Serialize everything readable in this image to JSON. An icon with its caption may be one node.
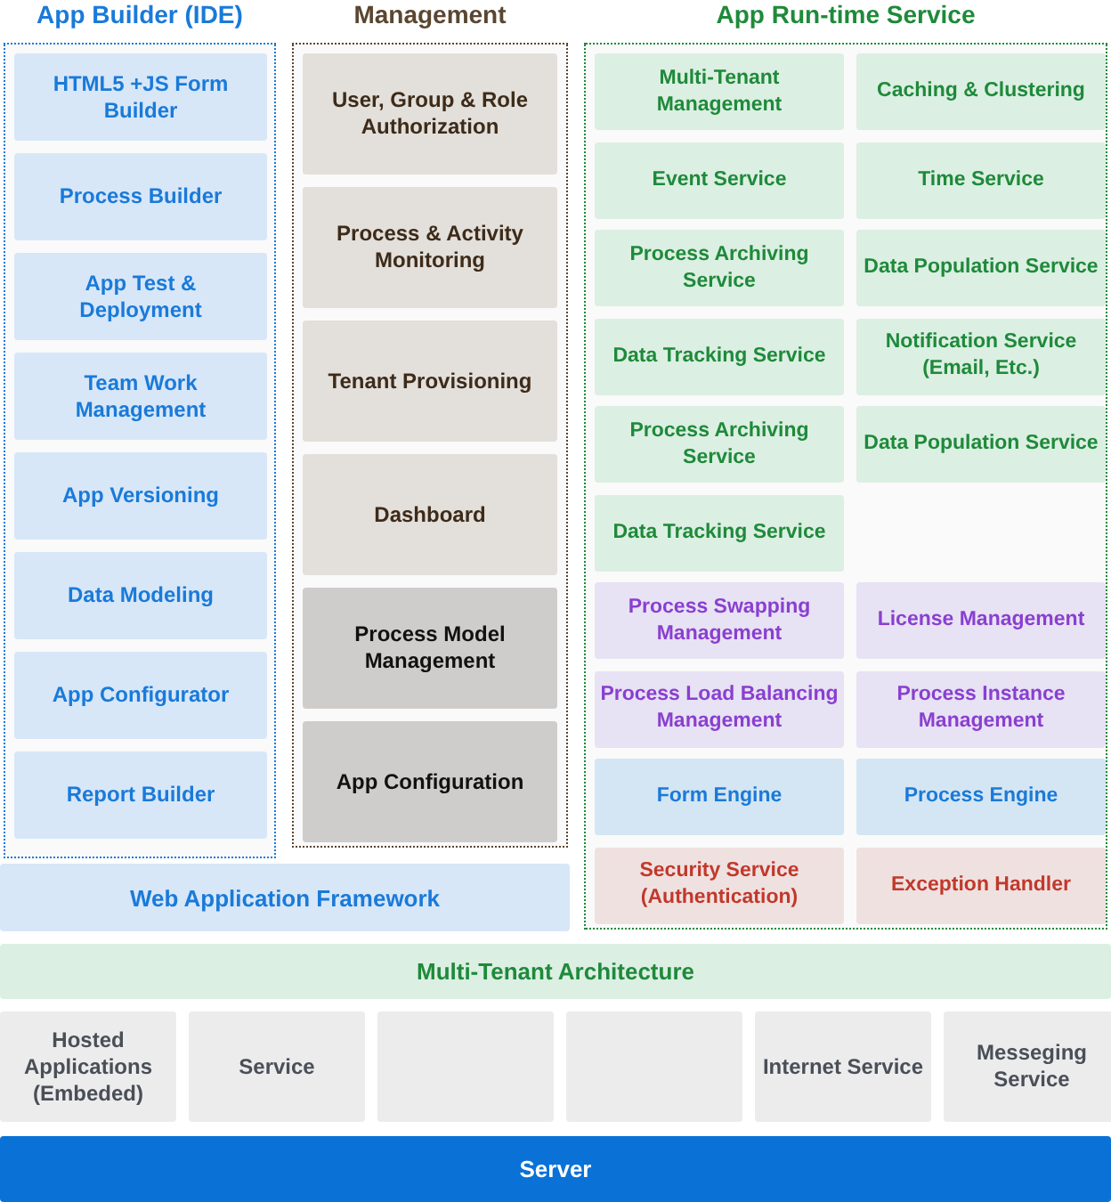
{
  "diagram": {
    "nodes": [
      {
        "text": [
          "App Builder (IDE)"
        ]
      },
      {
        "text": [
          "HTML5 +JS Form Builder"
        ],
        "in": 0
      },
      {
        "text": [
          "Process Builder"
        ],
        "in": 0
      },
      {
        "text": [
          "App Test & Deployment"
        ],
        "in": 0
      },
      {
        "text": [
          "Team Work Management"
        ],
        "in": 0
      },
      {
        "text": [
          "App Versioning"
        ],
        "in": 0
      },
      {
        "text": [
          "Data Modeling"
        ],
        "in": 0
      },
      {
        "text": [
          "App Configurator"
        ],
        "in": 0
      },
      {
        "text": [
          "Report Builder"
        ],
        "in": 0
      },
      {
        "text": [
          "Management"
        ]
      },
      {
        "text": [
          "User, Group & Role Authorization"
        ],
        "in": 9
      },
      {
        "text": [
          "Process & Activity Monitoring"
        ],
        "in": 9
      },
      {
        "text": [
          "Tenant Provisioning"
        ],
        "in": 9
      },
      {
        "text": [
          "Dashboard"
        ],
        "in": 9
      },
      {
        "text": [
          "Process Model Management"
        ],
        "in": 9
      },
      {
        "text": [
          "App Configuration"
        ],
        "in": 9
      },
      {
        "text": [
          "App Run-time Service"
        ]
      },
      {
        "text": [
          "Multi-Tenant Management"
        ],
        "in": 16
      },
      {
        "text": [
          "Caching & Clustering"
        ],
        "in": 16
      },
      {
        "text": [
          "Event Service"
        ],
        "in": 16
      },
      {
        "text": [
          "Time Service"
        ],
        "in": 16
      },
      {
        "text": [
          "Process Archiving Service"
        ],
        "in": 16
      },
      {
        "text": [
          "Data Population Service"
        ],
        "in": 16
      },
      {
        "text": [
          "Data Tracking Service"
        ],
        "in": 16
      },
      {
        "text": [
          "Notification Service (Email, Etc.)"
        ],
        "in": 16
      },
      {
        "text": [
          "Process Archiving Service"
        ],
        "in": 16
      },
      {
        "text": [
          "Data Population Service"
        ],
        "in": 16
      },
      {
        "text": [
          "Data Tracking Service"
        ],
        "in": 16
      },
      {
        "text": [
          "Process Swapping Management"
        ],
        "in": 16
      },
      {
        "text": [
          "License Management"
        ],
        "in": 16
      },
      {
        "text": [
          "Process Load Balancing Management"
        ],
        "in": 16
      },
      {
        "text": [
          "Process Instance Management"
        ],
        "in": 16
      },
      {
        "text": [
          "Form Engine"
        ],
        "in": 16
      },
      {
        "text": [
          "Process Engine"
        ],
        "in": 16
      },
      {
        "text": [
          "Security Service (Authentication)"
        ],
        "in": 16
      },
      {
        "text": [
          "Exception Handler"
        ],
        "in": 16
      },
      {
        "text": [
          "Web Application Framework"
        ]
      },
      {
        "text": [
          "Multi-Tenant Architecture"
        ]
      },
      {
        "text": [
          "Hosted Applications (Embeded)"
        ]
      },
      {
        "text": [
          "Service"
        ]
      },
      {
        "text": [],
        "shape": "box"
      },
      {
        "text": [],
        "shape": "box"
      },
      {
        "text": [
          "Internet Service"
        ]
      },
      {
        "text": [
          "Messeging Service"
        ]
      },
      {
        "text": [
          "Server"
        ]
      }
    ],
    "edges": []
  }
}
